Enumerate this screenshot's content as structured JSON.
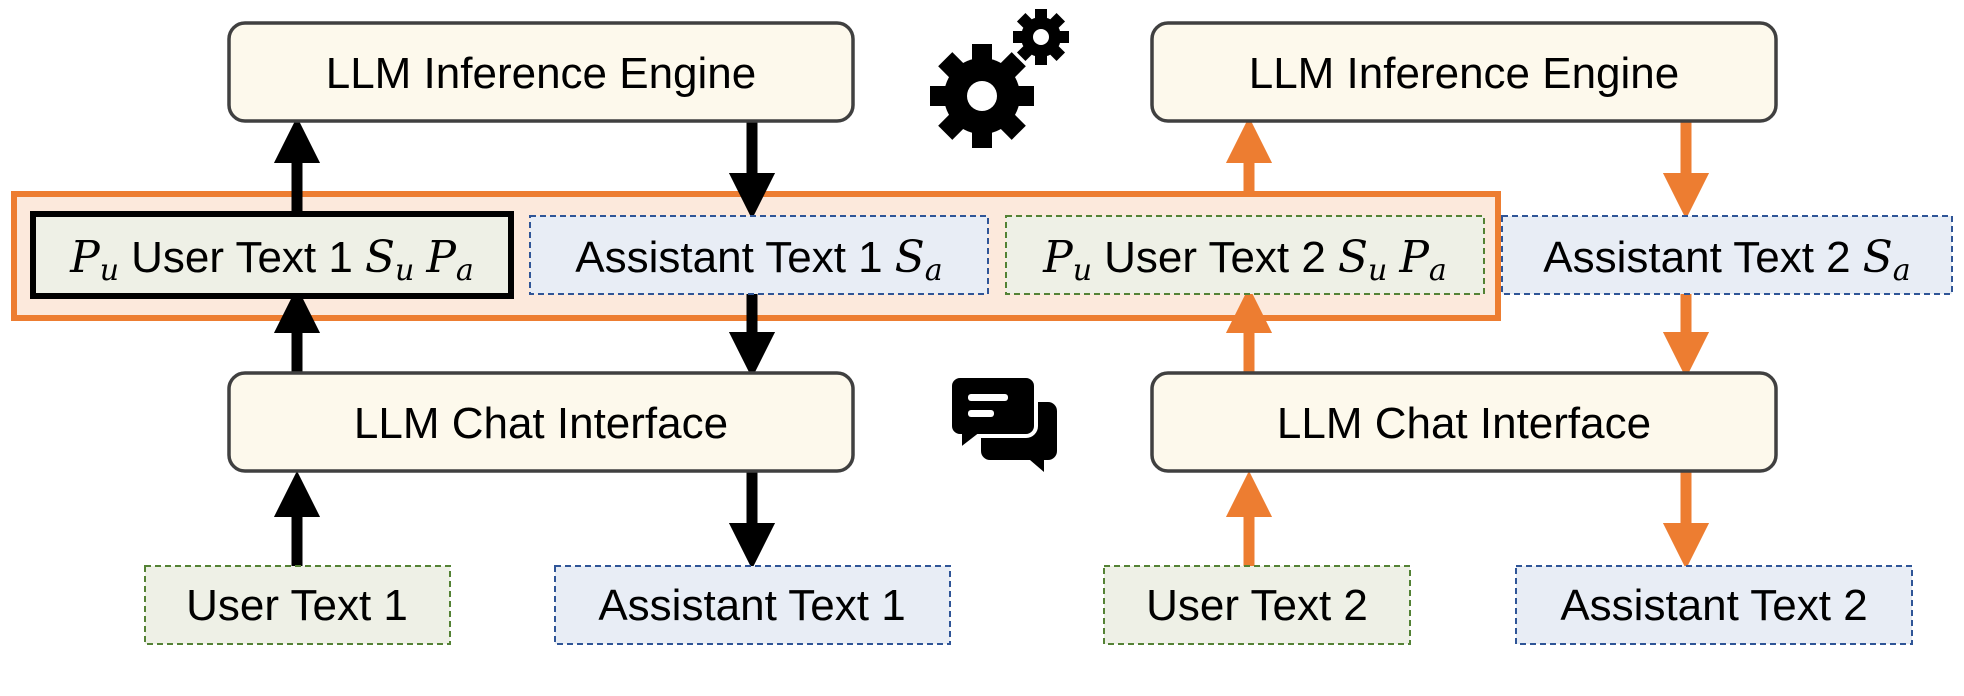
{
  "colors": {
    "black_arrow": "#000000",
    "orange_arrow": "#ED7D31",
    "engine_fill": "#FDF9EC",
    "box_border": "#404040",
    "highlight_border": "#ED7D31",
    "highlight_fill": "#FCE9DC",
    "user_fill": "#EEF0E6",
    "user_border": "#548235",
    "assistant_fill": "#E8EDF5",
    "assistant_border": "#2F5597"
  },
  "icons": {
    "engine": "gears-icon",
    "chat": "chat-bubbles-icon"
  },
  "left": {
    "engine_label": "LLM Inference Engine",
    "chat_label": "LLM Chat Interface",
    "templated_user": {
      "prefix": "P",
      "prefix_sub": "u",
      "text": "User Text 1",
      "suffix": "S",
      "suffix_sub": "u",
      "next": "P",
      "next_sub": "a"
    },
    "templated_assistant": {
      "text": "Assistant Text 1",
      "suffix": "S",
      "suffix_sub": "a"
    },
    "user_input": "User Text 1",
    "assistant_output": "Assistant Text 1"
  },
  "right": {
    "engine_label": "LLM Inference Engine",
    "chat_label": "LLM Chat Interface",
    "templated_user": {
      "prefix": "P",
      "prefix_sub": "u",
      "text": "User Text 2",
      "suffix": "S",
      "suffix_sub": "u",
      "next": "P",
      "next_sub": "a"
    },
    "templated_assistant": {
      "text": "Assistant Text 2",
      "suffix": "S",
      "suffix_sub": "a"
    },
    "user_input": "User Text 2",
    "assistant_output": "Assistant Text 2"
  }
}
